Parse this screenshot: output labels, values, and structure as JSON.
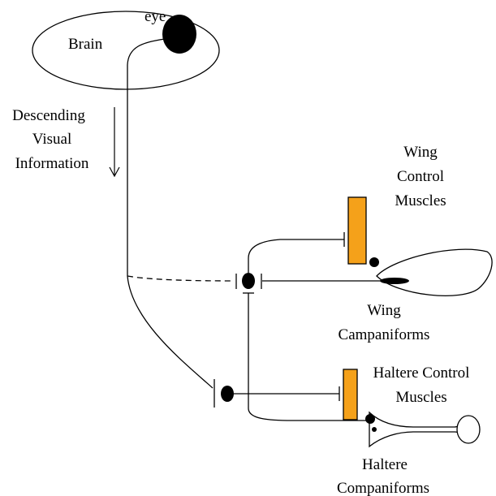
{
  "labels": {
    "brain": "Brain",
    "eye": "eye",
    "descending_line1": "Descending",
    "descending_line2": "Visual",
    "descending_line3": "Information",
    "wing_muscles_line1": "Wing",
    "wing_muscles_line2": "Control",
    "wing_muscles_line3": "Muscles",
    "wing_campaniforms_line1": "Wing",
    "wing_campaniforms_line2": "Campaniforms",
    "haltere_muscles_line1": "Haltere Control",
    "haltere_muscles_line2": "Muscles",
    "haltere_campaniforms_line1": "Haltere",
    "haltere_campaniforms_line2": "Companiforms"
  },
  "colors": {
    "muscle": "#f5a11a",
    "ink": "#000000"
  }
}
